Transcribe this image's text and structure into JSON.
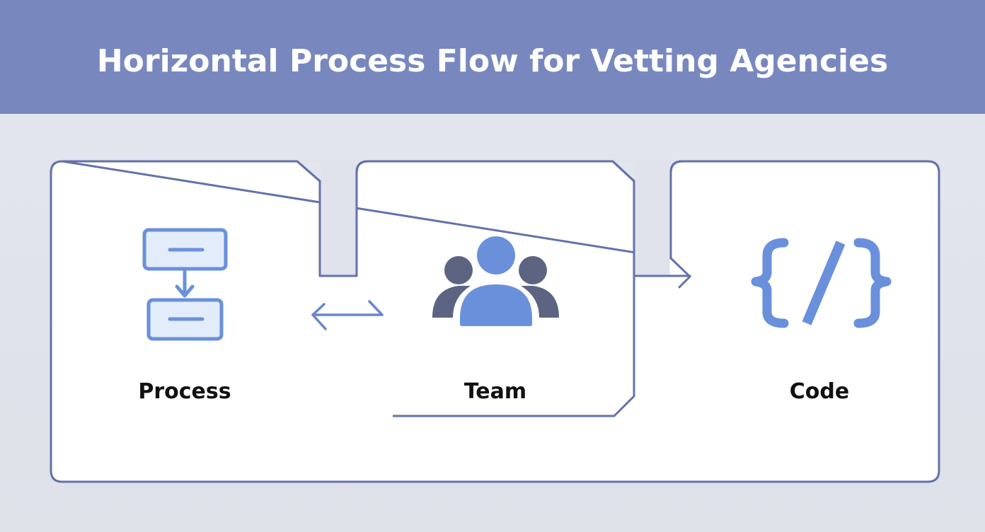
{
  "header": {
    "title": "Horizontal Process Flow for Vetting Agencies"
  },
  "colors": {
    "header_bg": "#7888bf",
    "outline": "#6472a8",
    "icon_blue": "#6a90dc",
    "icon_dark": "#5c6482",
    "icon_fill_light": "#e3ecfa"
  },
  "steps": [
    {
      "label": "Process",
      "icon": "flowchart-icon"
    },
    {
      "label": "Team",
      "icon": "team-icon"
    },
    {
      "label": "Code",
      "icon": "code-icon"
    }
  ],
  "connectors": [
    {
      "from": "Process",
      "to": "Team",
      "type": "bidirectional-arrow"
    },
    {
      "from": "Team",
      "to": "Code",
      "type": "right-arrow"
    }
  ]
}
